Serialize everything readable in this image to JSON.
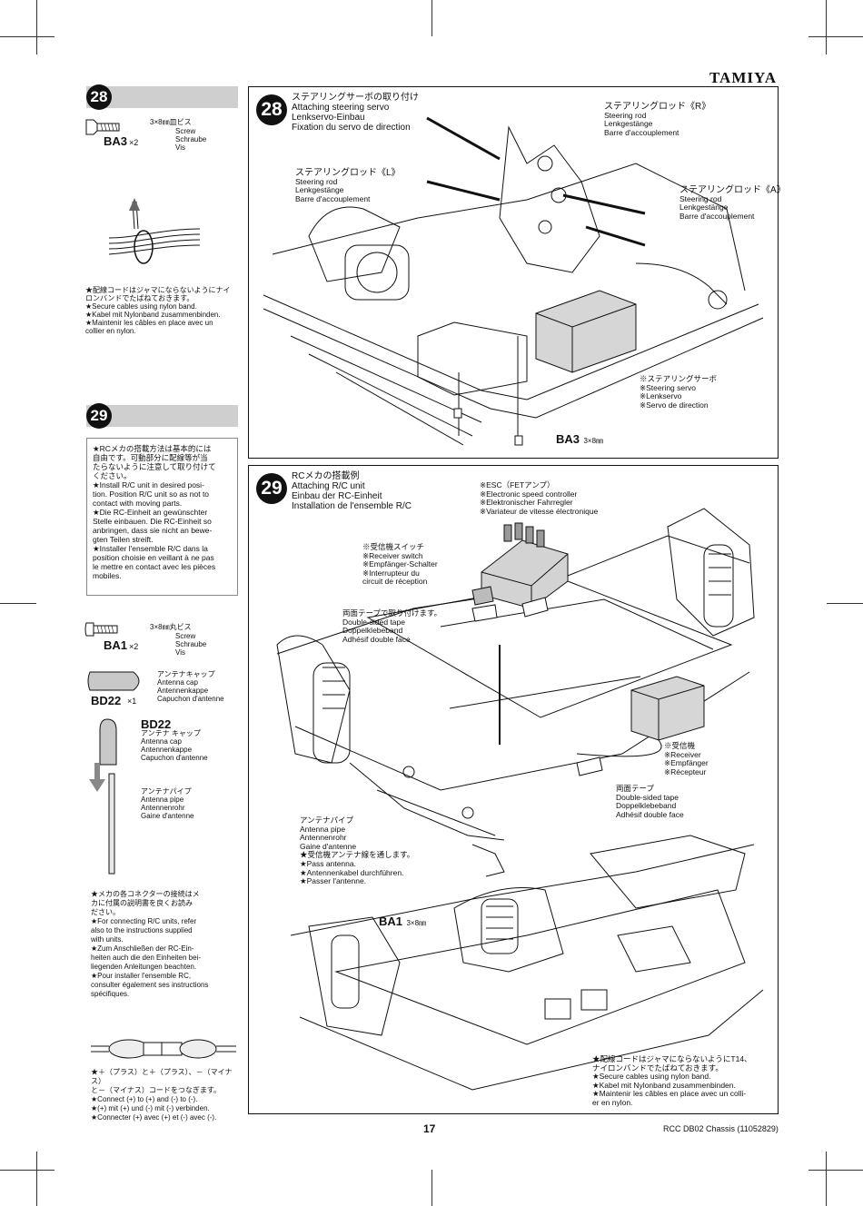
{
  "brand": "TAMIYA",
  "page_number": "17",
  "footer_code": "RCC DB02 Chassis (11052829)",
  "left": {
    "step28": {
      "number": "28",
      "screw_label": "3×8㎜皿ビス",
      "screw_names": [
        "Screw",
        "Schraube",
        "Vis"
      ],
      "code": "BA3",
      "qty": "×2",
      "note": [
        "★配線コードはジャマにならないようにナイ",
        "ロンバンドでたばねておきます。",
        "★Secure cables using nylon band.",
        "★Kabel mit Nylonband zusammenbinden.",
        "★Maintenir les câbles en place avec un",
        "collier en nylon."
      ]
    },
    "step29": {
      "number": "29",
      "install_note": [
        "★RCメカの搭載方法は基本的には",
        "自由です。可動部分に配線等が当",
        "たらないように注意して取り付けて",
        "ください。",
        "★Install R/C unit in desired posi-",
        "tion. Position R/C unit so as not to",
        "contact with moving parts.",
        "★Die RC-Einheit an gewünschter",
        "Stelle einbauen. Die RC-Einheit so",
        "anbringen, dass sie nicht an bewe-",
        "gten Teilen streift.",
        "★Installer l'ensemble R/C dans la",
        "position choisie en veillant à ne pas",
        "le mettre en contact avec les pièces",
        "mobiles."
      ],
      "screw_label": "3×8㎜丸ビス",
      "screw_names": [
        "Screw",
        "Schraube",
        "Vis"
      ],
      "screw_code": "BA1",
      "screw_qty": "×2",
      "cap_label": "アンテナキャップ",
      "cap_names": [
        "Antenna cap",
        "Antennenkappe",
        "Capuchon d'antenne"
      ],
      "cap_code": "BD22",
      "cap_qty": "×1",
      "cap2_code": "BD22",
      "cap2_label": "アンテナ キャップ",
      "cap2_names": [
        "Antenna cap",
        "Antennenkappe",
        "Capuchon d'antenne"
      ],
      "pipe_label": "アンテナパイプ",
      "pipe_names": [
        "Antenna pipe",
        "Antennenrohr",
        "Gaine d'antenne"
      ],
      "connect_note": [
        "★メカの各コネクターの接続はメ",
        "カに付属の説明書を良くお読み",
        "ださい。",
        "★For connecting R/C units, refer",
        "also to the instructions supplied",
        "with units.",
        "★Zum Anschließen der RC-Ein-",
        "heiten auch die den Einheiten bei-",
        "liegenden Anleitungen beachten.",
        "★Pour installer l'ensemble RC,",
        "consulter également ses instructions",
        "spécifiques."
      ],
      "polarity_note": [
        "★＋（プラス）と＋（プラス）、－（マイナス）",
        "と－（マイナス）コードをつなぎます。",
        "★Connect (+) to (+) and (-) to (-).",
        "★(+) mit (+) und (-) mit (-) verbinden.",
        "★Connecter (+) avec (+) et (-) avec (-)."
      ]
    }
  },
  "panel28": {
    "number": "28",
    "title": [
      "ステアリングサーボの取り付け",
      "Attaching steering servo",
      "Lenkservo-Einbau",
      "Fixation du servo de direction"
    ],
    "rod_r": [
      "ステアリングロッド《R》",
      "Steering rod",
      "Lenkgestänge",
      "Barre d'accouplement"
    ],
    "rod_l": [
      "ステアリングロッド《L》",
      "Steering rod",
      "Lenkgestänge",
      "Barre d'accouplement"
    ],
    "rod_a": [
      "ステアリングロッド《A》",
      "Steering rod",
      "Lenkgestänge",
      "Barre d'accouplement"
    ],
    "servo": [
      "※ステアリングサーボ",
      "※Steering servo",
      "※Lenkservo",
      "※Servo de direction"
    ],
    "screw_code": "BA3",
    "screw_size": "3×8㎜"
  },
  "panel29": {
    "number": "29",
    "title": [
      "RCメカの搭載例",
      "Attaching R/C unit",
      "Einbau der RC-Einheit",
      "Installation de l'ensemble R/C"
    ],
    "esc": [
      "※ESC（FETアンプ）",
      "※Electronic speed controller",
      "※Elektronischer Fahrregler",
      "※Variateur de vitesse électronique"
    ],
    "switch": [
      "※受信機スイッチ",
      "※Receiver switch",
      "※Empfänger-Schalter",
      "※Interrupteur du",
      "circuit de réception"
    ],
    "tape1": [
      "両面テープで取り付けます。",
      "Double-sided tape",
      "Doppelklebeband",
      "Adhésif double face"
    ],
    "receiver": [
      "※受信機",
      "※Receiver",
      "※Empfänger",
      "※Récepteur"
    ],
    "tape2": [
      "両面テープ",
      "Double-sided tape",
      "Doppelklebeband",
      "Adhésif double face"
    ],
    "pipe": [
      "アンテナパイプ",
      "Antenna pipe",
      "Antennenrohr",
      "Gaine d'antenne",
      "★受信機アンテナ線を通します。",
      "★Pass antenna.",
      "★Antennenkabel durchführen.",
      "★Passer l'antenne."
    ],
    "screw_code": "BA1",
    "screw_size": "3×8㎜",
    "cable_note": [
      "★配線コードはジャマにならないようにT14、",
      "ナイロンバンドでたばねておきます。",
      "★Secure cables using nylon band.",
      "★Kabel mit Nylonband zusammenbinden.",
      "★Maintenir les câbles en place avec un colli-",
      "er en nylon."
    ]
  }
}
